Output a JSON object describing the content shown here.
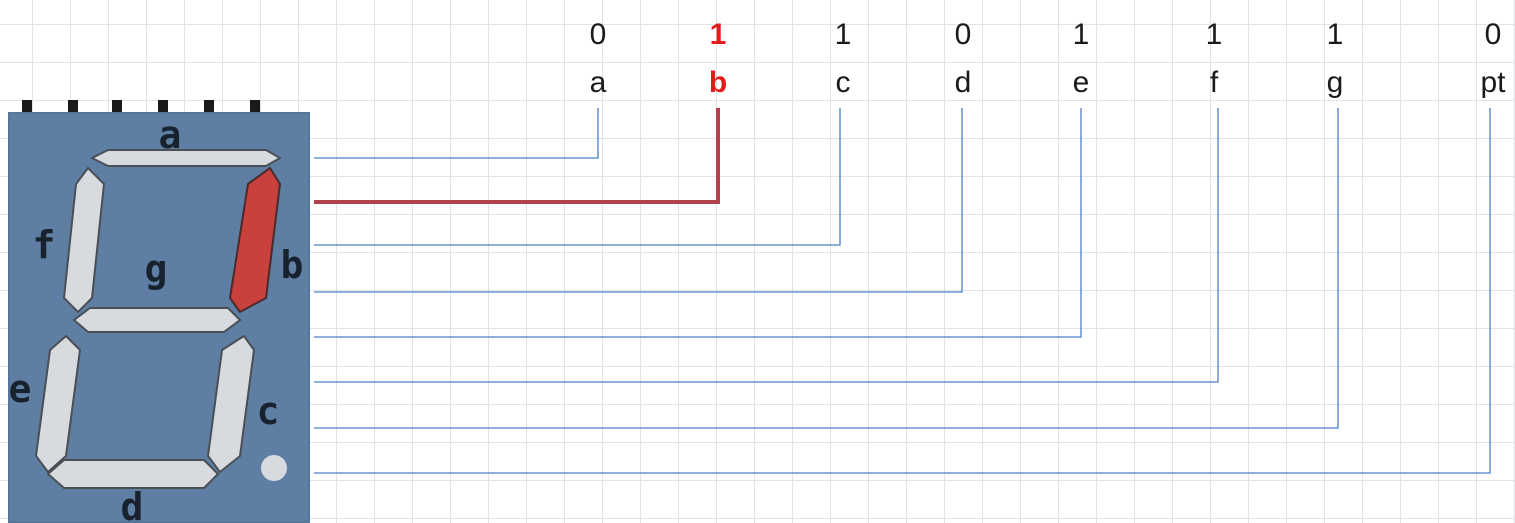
{
  "segments": [
    {
      "name": "a",
      "bit": "0"
    },
    {
      "name": "b",
      "bit": "1"
    },
    {
      "name": "c",
      "bit": "1"
    },
    {
      "name": "d",
      "bit": "0"
    },
    {
      "name": "e",
      "bit": "1"
    },
    {
      "name": "f",
      "bit": "1"
    },
    {
      "name": "g",
      "bit": "1"
    },
    {
      "name": "pt",
      "bit": "0"
    }
  ],
  "display_labels": {
    "a": "a",
    "b": "b",
    "c": "c",
    "d": "d",
    "e": "e",
    "f": "f",
    "g": "g"
  },
  "highlighted_segment": "b",
  "colors": {
    "highlight": "#e21b1b",
    "lit_segment": "#c9413c",
    "wire": "#4a7fc8",
    "active_wire": "#b2404a",
    "display_background": "#5e7fa3",
    "unlit_segment": "#d7dbdf"
  }
}
